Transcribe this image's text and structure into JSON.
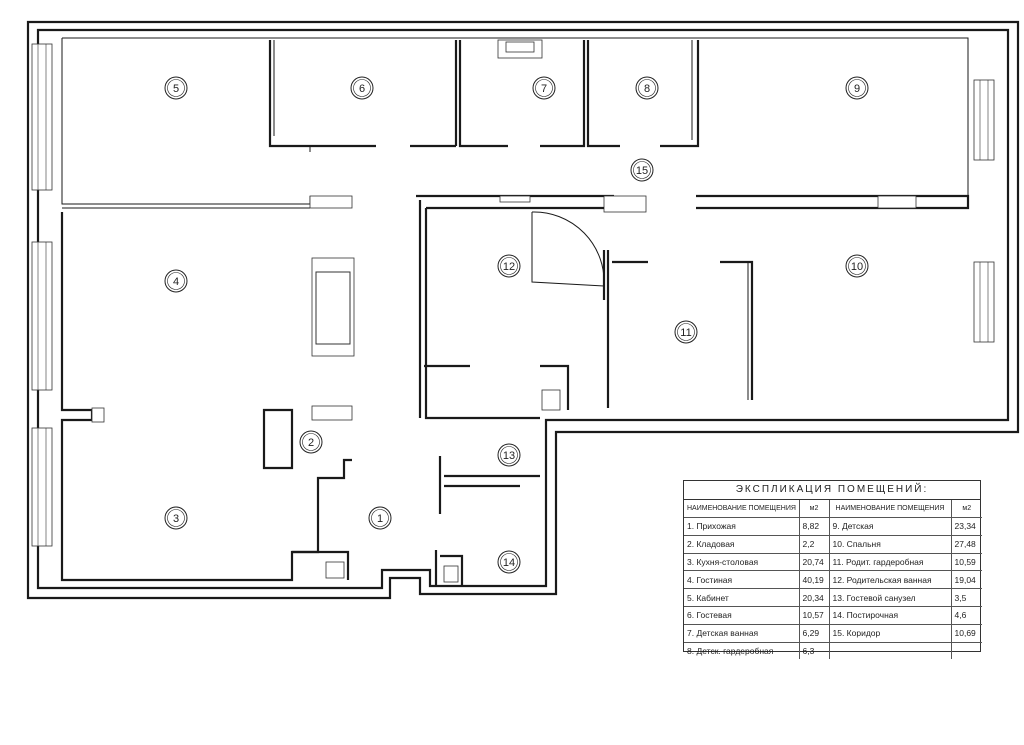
{
  "legend": {
    "title": "ЭКСПЛИКАЦИЯ ПОМЕЩЕНИЙ:",
    "header_name": "НАИМЕНОВАНИЕ ПОМЕЩЕНИЯ",
    "header_area": "м2",
    "rows": [
      {
        "left_name": "1. Прихожая",
        "left_area": "8,82",
        "right_name": "9. Детская",
        "right_area": "23,34"
      },
      {
        "left_name": "2. Кладовая",
        "left_area": "2,2",
        "right_name": "10. Спальня",
        "right_area": "27,48"
      },
      {
        "left_name": "3. Кухня-столовая",
        "left_area": "20,74",
        "right_name": "11. Родит. гардеробная",
        "right_area": "10,59"
      },
      {
        "left_name": "4. Гостиная",
        "left_area": "40,19",
        "right_name": "12. Родительская ванная",
        "right_area": "19,04"
      },
      {
        "left_name": "5. Кабинет",
        "left_area": "20,34",
        "right_name": "13. Гостевой санузел",
        "right_area": "3,5"
      },
      {
        "left_name": "6. Гостевая",
        "left_area": "10,57",
        "right_name": "14. Постирочная",
        "right_area": "4,6"
      },
      {
        "left_name": "7. Детская ванная",
        "left_area": "6,29",
        "right_name": "15. Коридор",
        "right_area": "10,69"
      },
      {
        "left_name": "8. Детск. гардеробная",
        "left_area": "6,3",
        "right_name": "",
        "right_area": ""
      }
    ]
  },
  "rooms": [
    {
      "label": "1"
    },
    {
      "label": "2"
    },
    {
      "label": "3"
    },
    {
      "label": "4"
    },
    {
      "label": "5"
    },
    {
      "label": "6"
    },
    {
      "label": "7"
    },
    {
      "label": "8"
    },
    {
      "label": "9"
    },
    {
      "label": "10"
    },
    {
      "label": "11"
    },
    {
      "label": "12"
    },
    {
      "label": "13"
    },
    {
      "label": "14"
    },
    {
      "label": "15"
    }
  ]
}
